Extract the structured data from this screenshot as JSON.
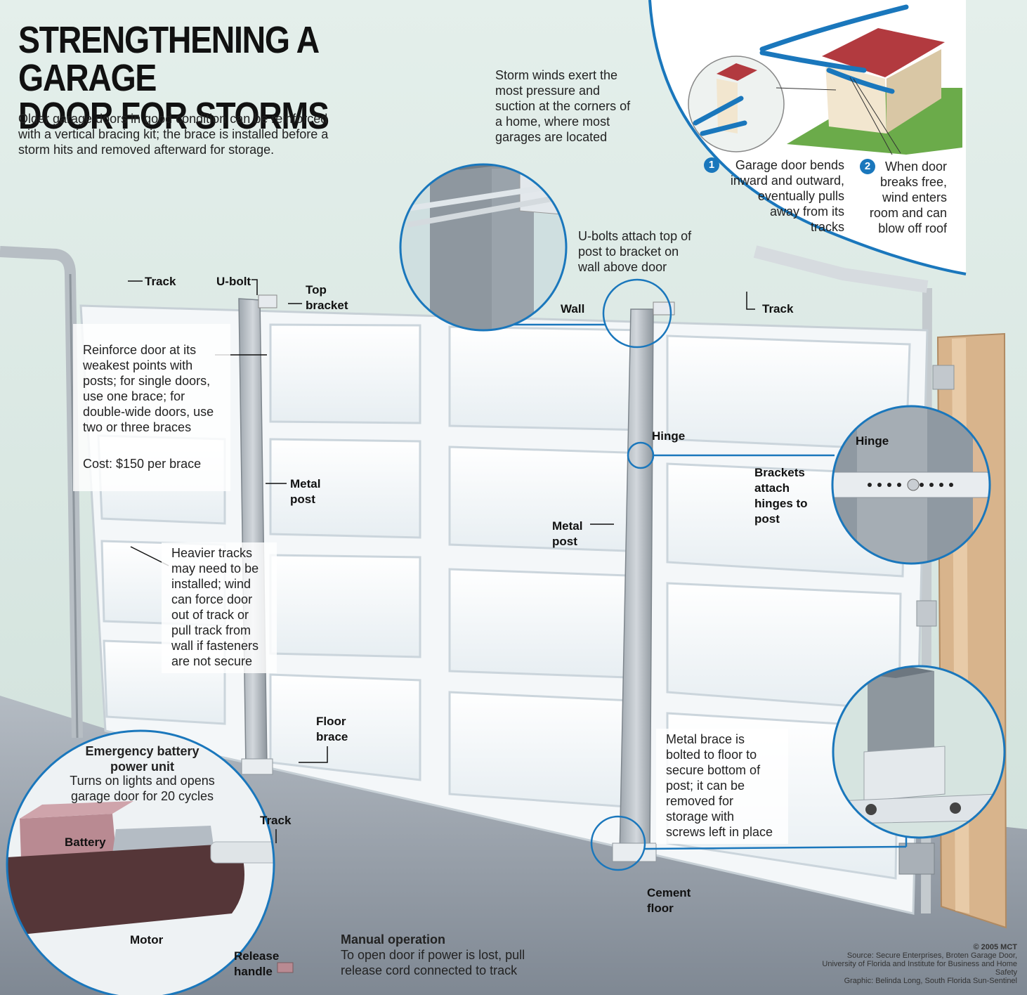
{
  "title": "STRENGTHENING A GARAGE\nDOOR FOR STORMS",
  "intro": "Older garage doors in good condition can be reinforced with a vertical bracing kit; the brace is installed before a storm hits and removed afterward for storage.",
  "storm_note": "Storm winds exert the\nmost pressure and\nsuction at the corners of\na home, where most\ngarages are located",
  "inset_top": {
    "step1_number": "1",
    "step1_text": "Garage door bends\ninward and outward,\neventually pulls\naway from its\ntracks",
    "step2_number": "2",
    "step2_text": "When door\nbreaks free,\nwind enters\nroom and can\nblow off roof"
  },
  "labels": {
    "track_left": "Track",
    "ubolt": "U-bolt",
    "top_bracket": "Top\nbracket",
    "wall": "Wall",
    "track_right": "Track",
    "ubolts_note": "U-bolts attach top of\npost to bracket on\nwall above door",
    "hinge_door": "Hinge",
    "hinge_inset": "Hinge",
    "brackets_note": "Brackets\nattach\nhinges to\npost",
    "metal_post_left": "Metal\npost",
    "metal_post_center": "Metal\npost",
    "floor_brace": "Floor\nbrace",
    "cement_floor": "Cement\nfloor",
    "track_bottom": "Track",
    "battery": "Battery",
    "motor": "Motor",
    "release_handle": "Release\nhandle"
  },
  "notes": {
    "reinforce": "Reinforce door at its\nweakest points with\nposts; for single doors,\nuse one brace; for\ndouble-wide doors, use\ntwo or three braces",
    "cost": "Cost: $150 per brace",
    "tracks": "Heavier tracks\nmay need to be\ninstalled; wind\ncan force door\nout of track or\npull track from\nwall if fasteners\nare not secure",
    "brace": "Metal brace is\nbolted to floor to\nsecure bottom of\npost; it can be\nremoved for\nstorage with\nscrews left in place"
  },
  "battery_unit": {
    "heading": "Emergency battery\npower unit",
    "text": "Turns on lights and opens\ngarage door for 20 cycles"
  },
  "manual": {
    "heading": "Manual operation",
    "text": "To open door if power is lost, pull\nrelease cord connected to track"
  },
  "credits": {
    "copyright": "© 2005 MCT",
    "source": "Source: Secure Enterprises, Broten Garage Door,\nUniversity of Florida and Institute for Business and Home\nSafety",
    "graphic": "Graphic: Belinda Long, South Florida Sun-Sentinel"
  },
  "colors": {
    "wall": "#d9e8e3",
    "floor": "#9aa3ad",
    "door": "#ffffff",
    "post": "#b9bec4",
    "accent_blue": "#1a77bc",
    "roof": "#b23a3f",
    "grass": "#6bab4a",
    "motor": "#5a3a3a",
    "battery": "#b98a92"
  }
}
